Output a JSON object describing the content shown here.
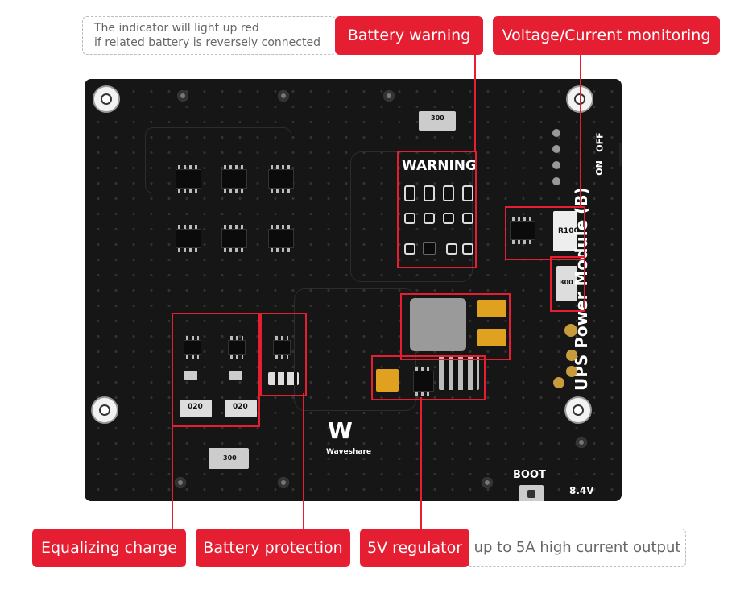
{
  "callouts": {
    "battery_warning": "Battery warning",
    "voltage_current": "Voltage/Current monitoring",
    "equalizing": "Equalizing charge",
    "protection": "Battery protection",
    "regulator": "5V regulator"
  },
  "notes": {
    "warning_line1": "The indicator will light up red",
    "warning_line2": "if related battery is reversely connected",
    "regulator_note": "up to 5A high current output"
  },
  "board": {
    "warning": "WARNING",
    "model": "UPS Power Module (B)",
    "on": "ON",
    "off": "OFF",
    "boot": "BOOT",
    "voltage": "8.4V",
    "brand": "Waveshare",
    "r100": "R100",
    "r300": "300",
    "r020": "020"
  },
  "colors": {
    "accent": "#e61e32",
    "pcb": "#161616"
  }
}
